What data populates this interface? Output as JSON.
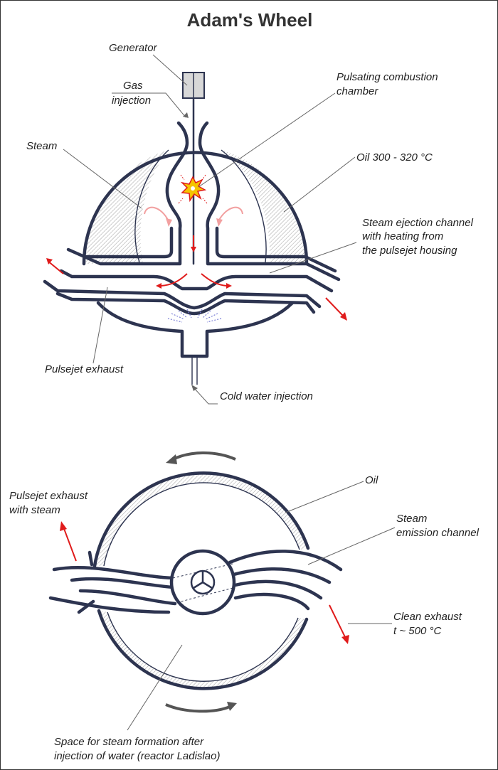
{
  "title": "Adam's Wheel",
  "labels": {
    "generator": "Generator",
    "gas_1": "Gas",
    "gas_2": "injection",
    "pulsating_1": "Pulsating combustion",
    "pulsating_2": "chamber",
    "steam": "Steam",
    "oil_temp": "Oil 300 - 320 °C",
    "ejection_1": "Steam ejection channel",
    "ejection_2": "with heating from",
    "ejection_3": "the pulsejet housing",
    "pulsejet_exhaust": "Pulsejet exhaust",
    "cold_water": "Cold water injection",
    "oil": "Oil",
    "exhaust_steam_1": "Pulsejet exhaust",
    "exhaust_steam_2": "with steam",
    "emission_1": "Steam",
    "emission_2": "emission channel",
    "clean_1": "Clean exhaust",
    "clean_2": "t ~ 500 °C",
    "space_1": "Space for steam formation after",
    "space_2": "injection of water (reactor Ladislao)"
  },
  "colors": {
    "outline": "#2d3450",
    "flow_arrow": "#e01b1b",
    "rotation_arrow": "#555555",
    "steam_swirl": "#f2a0a0",
    "water_spray": "#7b7fd6",
    "explosion": "#f5c400"
  }
}
